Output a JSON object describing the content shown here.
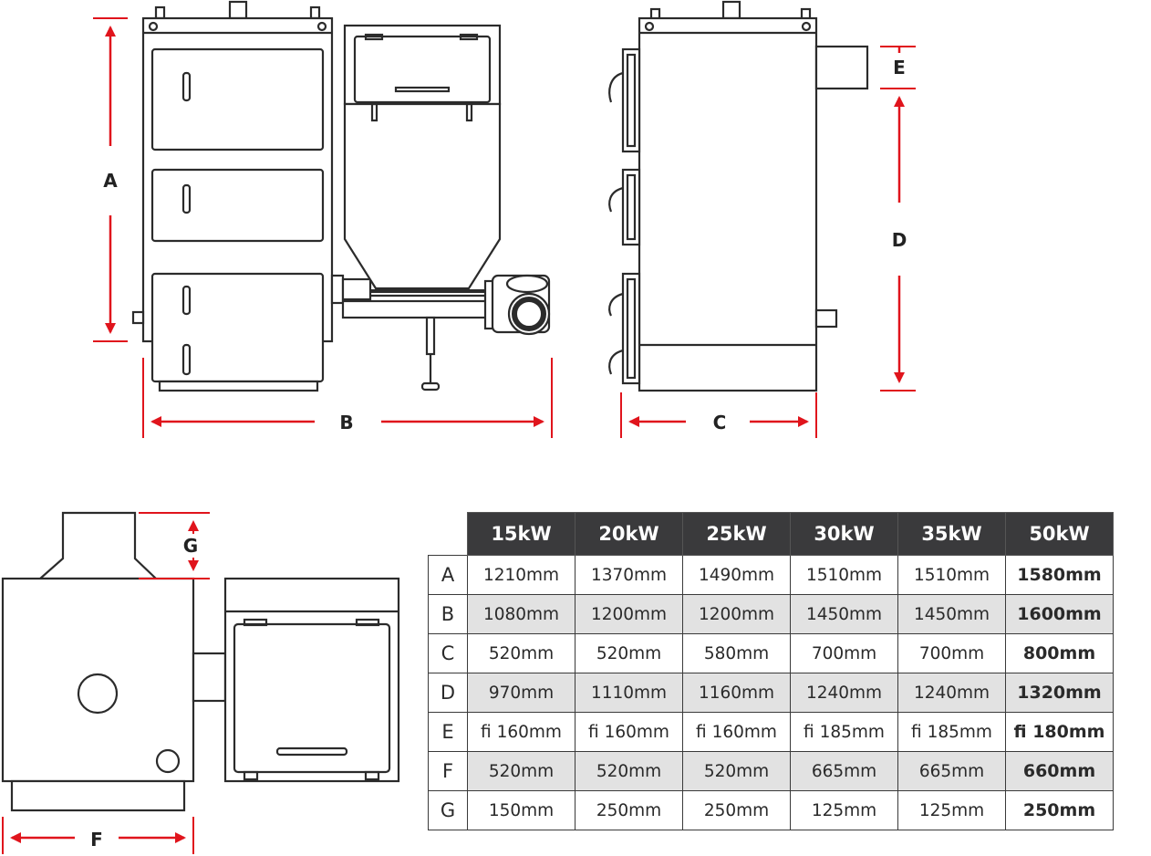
{
  "dimension_labels": {
    "A": "A",
    "B": "B",
    "C": "C",
    "D": "D",
    "E": "E",
    "F": "F",
    "G": "G"
  },
  "colors": {
    "dimension_arrows": "#e0141c",
    "outline": "#2b2b2b",
    "table_header": "#3a3a3c",
    "row_shade": "#e2e2e2"
  },
  "table": {
    "columns": [
      "15kW",
      "20kW",
      "25kW",
      "30kW",
      "35kW",
      "50kW"
    ],
    "rows": [
      {
        "label": "A",
        "values": [
          "1210mm",
          "1370mm",
          "1490mm",
          "1510mm",
          "1510mm",
          "1580mm"
        ]
      },
      {
        "label": "B",
        "values": [
          "1080mm",
          "1200mm",
          "1200mm",
          "1450mm",
          "1450mm",
          "1600mm"
        ]
      },
      {
        "label": "C",
        "values": [
          "520mm",
          "520mm",
          "580mm",
          "700mm",
          "700mm",
          "800mm"
        ]
      },
      {
        "label": "D",
        "values": [
          "970mm",
          "1110mm",
          "1160mm",
          "1240mm",
          "1240mm",
          "1320mm"
        ]
      },
      {
        "label": "E",
        "values": [
          "fi 160mm",
          "fi 160mm",
          "fi 160mm",
          "fi 185mm",
          "fi 185mm",
          "fi 180mm"
        ]
      },
      {
        "label": "F",
        "values": [
          "520mm",
          "520mm",
          "520mm",
          "665mm",
          "665mm",
          "660mm"
        ]
      },
      {
        "label": "G",
        "values": [
          "150mm",
          "250mm",
          "250mm",
          "125mm",
          "125mm",
          "250mm"
        ]
      }
    ]
  }
}
